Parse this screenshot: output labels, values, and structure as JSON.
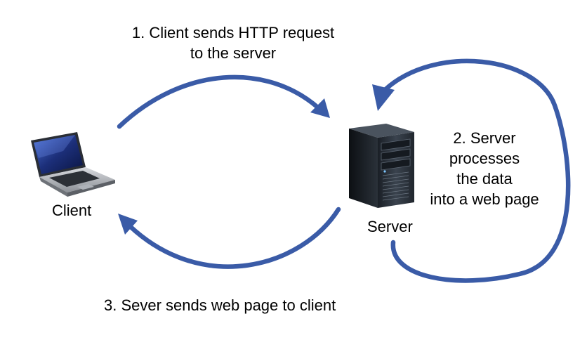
{
  "diagram": {
    "steps": {
      "request_line1": "1. Client sends HTTP request",
      "request_line2": "to the server",
      "process_line1": "2. Server",
      "process_line2": "processes",
      "process_line3": "the data",
      "process_line4": "into a web page",
      "response": "3. Sever sends web page to client"
    },
    "nodes": {
      "client_label": "Client",
      "server_label": "Server"
    },
    "icons": {
      "client": "laptop-icon",
      "server": "server-tower-icon"
    },
    "colors": {
      "arrow": "#3A5BA7",
      "background": "#FFFFFF",
      "text": "#000000"
    }
  }
}
